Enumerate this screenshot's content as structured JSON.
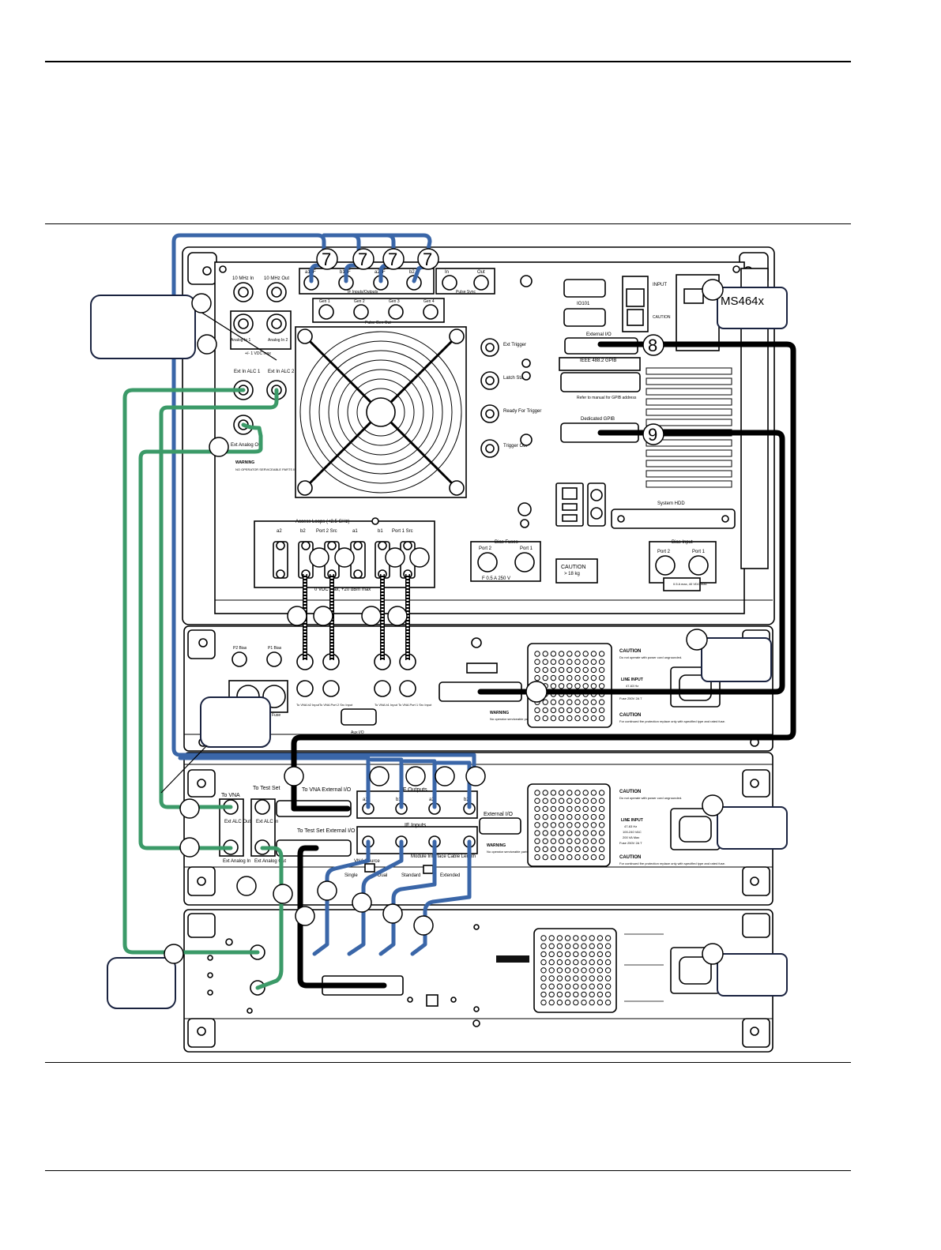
{
  "callout_numbers": {
    "n7": "7",
    "n8": "8",
    "n9": "9"
  },
  "vna_rear_panel": {
    "ref_10mhz_in": "10 MHz In",
    "ref_10mhz_out": "10 MHz Out",
    "if_a1": "a1 IF",
    "if_b1": "b1 IF",
    "if_a2": "a2 IF",
    "if_b2": "b2 IF",
    "if_group": "IF Inputs/Outputs",
    "pulse_in": "In",
    "pulse_out": "Out",
    "pulse_sync": "Pulse Sync",
    "pulse_gen_out": "Pulse Gen Out",
    "gen1": "Gen 1",
    "gen2": "Gen 2",
    "gen3": "Gen 3",
    "gen4": "Gen 4",
    "analog_in1": "Analog In 1",
    "analog_in2": "Analog In 2",
    "vdc_max": "+/- 1 VDC max",
    "ext_in_alc1": "Ext In ALC 1",
    "ext_in_alc2": "Ext In ALC 2",
    "ext_analog_out": "Ext Analog Out",
    "warning_title": "WARNING",
    "warning_text": "NO OPERATOR SERVICEABLE PARTS INSIDE. REFER SERVICING TO QUALIFIED PERSONNEL.",
    "ext_trigger": "Ext Trigger",
    "latch_status": "Latch Status",
    "ready_for_trigger": "Ready For Trigger",
    "trigger_out": "Trigger Out",
    "io101": "IO101",
    "external_io": "External I/O",
    "gpib": "IEEE 488.2 GPIB",
    "gpib_note": "Refer to manual for GPIB address",
    "dedicated_gpib": "Dedicated GPIB",
    "system_hdd": "System HDD",
    "access_loops": "Access Loops (<2.5 GHz)",
    "loop_a2": "a2",
    "loop_b2": "b2",
    "loop_port2_src": "Port 2 Src",
    "loop_a1": "a1",
    "loop_b1": "b1",
    "loop_port1_src": "Port 1 Src",
    "loop_limit": "0 VDC max, +20 dBm max",
    "bias_fuses": "Bias Fuses",
    "fuse_port2": "Port 2",
    "fuse_port1": "Port 1",
    "fuse_rating": "F 0.5 A 250 V",
    "caution_weight": "CAUTION",
    "weight": "> 18 kg",
    "bias_input": "Bias Input",
    "bias_port2": "Port 2",
    "bias_port1": "Port 1",
    "bias_rating": "0.5 A max, 40 VDC max",
    "model_partial": "MS464x"
  },
  "test_set": {
    "p2_bias": "P2 Bias",
    "p1_bias": "P1 Bias",
    "fuse": "Fuse",
    "to_vna_b2": "To VNA b2 Input",
    "to_vna_port2": "To VNA Port 2 Src Input",
    "to_vna_b1": "To VNA b1 Input",
    "to_vna_port1": "To VNA Port 1 Src Input",
    "aux_io": "Aux I/O",
    "warning": "WARNING",
    "warning_text": "No operator serviceable parts inside. Refer servicing to qualified personnel.",
    "caution1": "CAUTION",
    "caution1_text": "Do not operate with power cord ungrounded.",
    "line_input": "LINE INPUT",
    "line_freq": "47-63 Hz",
    "fuse_rating": "Fuse 250V 2A T",
    "caution2": "CAUTION",
    "caution2_text": "For continued fire protection replace only with specified type and rated fuse."
  },
  "module_interface": {
    "to_vna": "To VNA",
    "to_test_set": "To Test Set",
    "to_vna_external_io": "To VNA External I/O",
    "if_outputs": "IF Outputs",
    "if_a1": "a1",
    "if_b1": "b1",
    "if_a2": "a2",
    "if_b2": "b2",
    "external_io": "External I/O",
    "ext_alc_out": "Ext ALC Out",
    "ext_alc_in": "Ext ALC In",
    "ext_analog_in": "Ext Analog In",
    "ext_analog_out": "Ext Analog Out",
    "to_test_set_external_io": "To Test Set External I/O",
    "if_inputs": "IF Inputs",
    "vna_source": "VNA Source",
    "single": "Single",
    "dual": "Dual",
    "module_cable_length": "Module Interface Cable Length",
    "standard": "Standard",
    "extended": "Extended",
    "warning": "WARNING",
    "warning_text": "No operator serviceable parts inside. Refer servicing to qualified personnel.",
    "caution1": "CAUTION",
    "caution1_text": "Do not operate with power cord ungrounded.",
    "line_input": "LINE INPUT",
    "line_freq": "47-63 Hz",
    "line_voltage": "100-240 VAC",
    "power": "200 VA Max",
    "fuse_rating": "Fuse 250V 2A T",
    "caution2": "CAUTION",
    "caution2_text": "For continued fire protection replace only with specified type and rated fuse."
  },
  "power_input": {
    "input": "INPUT",
    "caution": "CAUTION"
  },
  "colors": {
    "if_cable": "#3a66a8",
    "alc_cable": "#3b9a68",
    "control_cable": "#000000",
    "callout_border": "#1a2340"
  }
}
